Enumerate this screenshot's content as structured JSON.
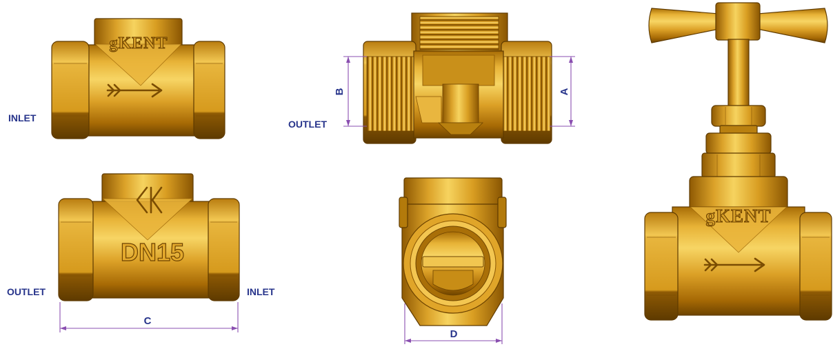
{
  "colors": {
    "background": "#ffffff",
    "label_text": "#27348b",
    "dimension_line": "#8a4fb0",
    "brass_light": "#f6d35f",
    "brass_mid": "#dca127",
    "brass_dark": "#8a5602"
  },
  "front_view_top": {
    "brand": "gKENT",
    "inlet_label": "INLET",
    "flow_icon": "flow-arrow-icon"
  },
  "front_view_bottom": {
    "logo_icon": "kent-logo-icon",
    "size_marking": "DN15",
    "outlet_label": "OUTLET",
    "inlet_label": "INLET",
    "dimension_label": "C"
  },
  "section_view": {
    "outlet_label": "OUTLET",
    "dimension_left_label": "B",
    "dimension_right_label": "A"
  },
  "end_view": {
    "dimension_label": "D"
  },
  "globe_valve": {
    "brand": "gKENT",
    "flow_icon": "flow-arrow-icon",
    "handle_icon": "t-handle-icon"
  }
}
